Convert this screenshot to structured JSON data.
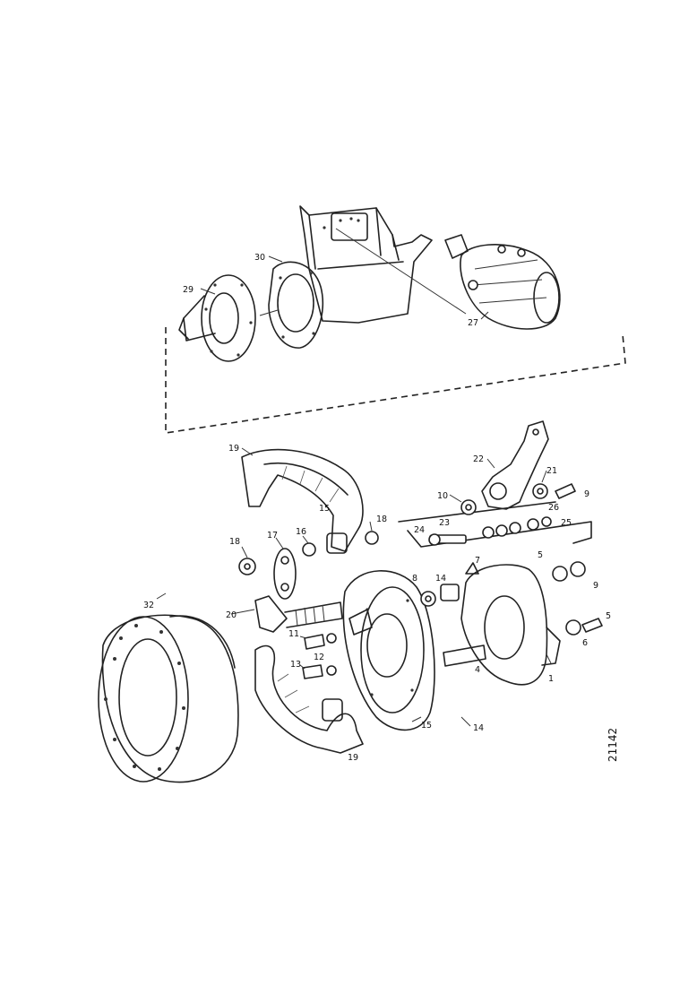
{
  "figure_number": "21142",
  "callouts": [
    {
      "id": "c32",
      "text": "32"
    },
    {
      "id": "c29",
      "text": "29"
    },
    {
      "id": "c30",
      "text": "30"
    },
    {
      "id": "c27",
      "text": "27"
    },
    {
      "id": "c19",
      "text": "19"
    },
    {
      "id": "c22",
      "text": "22"
    },
    {
      "id": "c21",
      "text": "21"
    },
    {
      "id": "c9a",
      "text": "9"
    },
    {
      "id": "c10",
      "text": "10"
    },
    {
      "id": "c26",
      "text": "26"
    },
    {
      "id": "c25",
      "text": "25"
    },
    {
      "id": "c24",
      "text": "24"
    },
    {
      "id": "c23",
      "text": "23"
    },
    {
      "id": "c18a",
      "text": "18"
    },
    {
      "id": "c18b",
      "text": "18"
    },
    {
      "id": "c16",
      "text": "16"
    },
    {
      "id": "c17",
      "text": "17"
    },
    {
      "id": "c15",
      "text": "15"
    },
    {
      "id": "c7",
      "text": "7"
    },
    {
      "id": "c8",
      "text": "8"
    },
    {
      "id": "c5a",
      "text": "5"
    },
    {
      "id": "c9b",
      "text": "9"
    },
    {
      "id": "c20",
      "text": "20"
    },
    {
      "id": "c14a",
      "text": "14"
    },
    {
      "id": "c11",
      "text": "11"
    },
    {
      "id": "c13",
      "text": "13"
    },
    {
      "id": "c12",
      "text": "12"
    },
    {
      "id": "c4",
      "text": "4"
    },
    {
      "id": "c1",
      "text": "1"
    },
    {
      "id": "c5b",
      "text": "5"
    },
    {
      "id": "c6",
      "text": "6"
    },
    {
      "id": "c14b",
      "text": "14"
    },
    {
      "id": "c15b",
      "text": "15"
    },
    {
      "id": "c19b",
      "text": "19"
    }
  ]
}
